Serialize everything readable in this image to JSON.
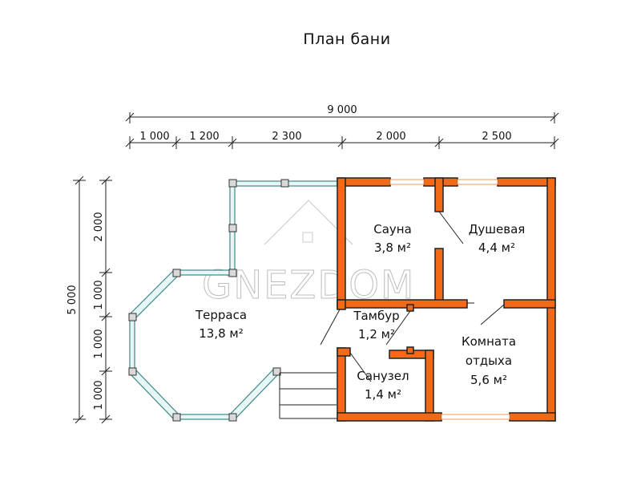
{
  "title": "План бани",
  "watermark": "GNEZDOM",
  "dimensions": {
    "total_width": "9 000",
    "segments": [
      "1 000",
      "1 200",
      "2 300",
      "2 000",
      "2 500"
    ],
    "total_height": "5 000",
    "left_segments": [
      "2 000",
      "1 000",
      "1 000",
      "1 000"
    ]
  },
  "rooms": [
    {
      "name": "Сауна",
      "area": "3,8 м²"
    },
    {
      "name": "Душевая",
      "area": "4,4 м²"
    },
    {
      "name": "Терраса",
      "area": "13,8 м²"
    },
    {
      "name": "Тамбур",
      "area": "1,2 м²"
    },
    {
      "name": "Комната",
      "name2": "отдыха",
      "area": "5,6 м²"
    },
    {
      "name": "Санузел",
      "area": "1,4 м²"
    }
  ],
  "colors": {
    "wall": "#f26a17",
    "railing": "#3a8a8a"
  }
}
